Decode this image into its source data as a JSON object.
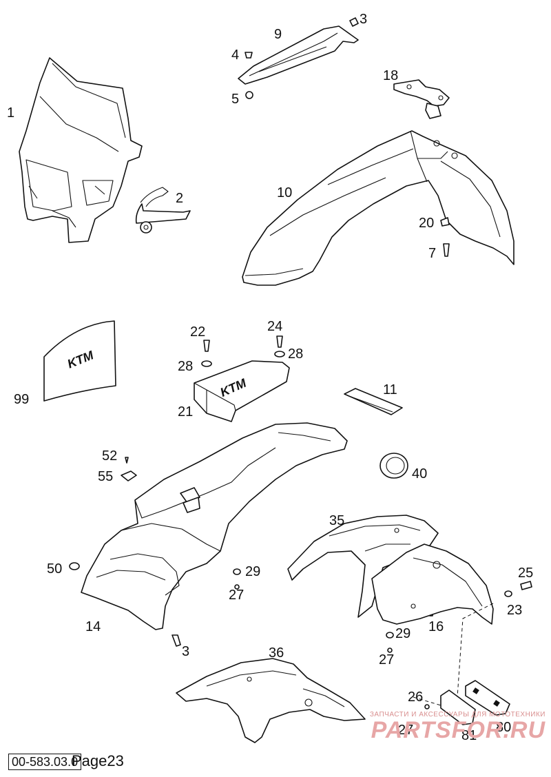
{
  "callouts": {
    "c1": "1",
    "c2": "2",
    "c3a": "3",
    "c3b": "3",
    "c4": "4",
    "c5": "5",
    "c7": "7",
    "c9": "9",
    "c10": "10",
    "c11": "11",
    "c14": "14",
    "c16": "16",
    "c18": "18",
    "c20": "20",
    "c21": "21",
    "c22": "22",
    "c23": "23",
    "c24": "24",
    "c25": "25",
    "c26": "26",
    "c27a": "27",
    "c27b": "27",
    "c27c": "27",
    "c28a": "28",
    "c28b": "28",
    "c29a": "29",
    "c29b": "29",
    "c35": "35",
    "c36": "36",
    "c40": "40",
    "c50": "50",
    "c52": "52",
    "c55": "55",
    "c80": "80",
    "c81": "81",
    "c99": "99"
  },
  "sticker_logo": "KTM",
  "seat_logo": "KTM",
  "footer": {
    "code": "00-583.03.0",
    "page": "Page23"
  },
  "watermark": {
    "caption": "ЗАПЧАСТИ И АКСЕССУАРЫ ДЛЯ МОТОТЕХНИКИ",
    "logo": "PARTSFOR.RU"
  }
}
